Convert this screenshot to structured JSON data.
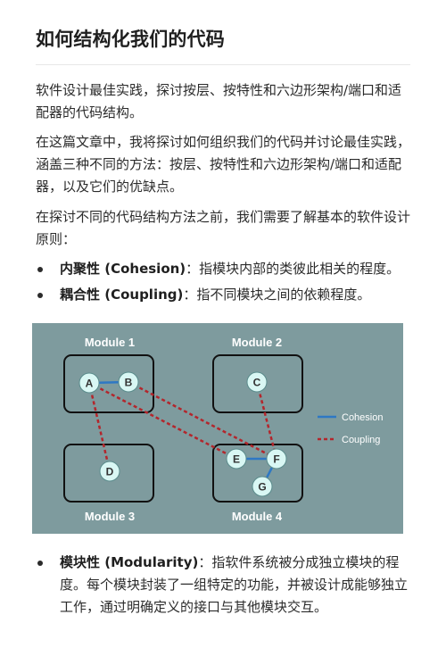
{
  "article": {
    "title": "如何结构化我们的代码",
    "paragraphs": [
      "软件设计最佳实践，探讨按层、按特性和六边形架构/端口和适配器的代码结构。",
      "在这篇文章中，我将探讨如何组织我们的代码并讨论最佳实践，涵盖三种不同的方法：按层、按特性和六边形架构/端口和适配器，以及它们的优缺点。",
      "在探讨不同的代码结构方法之前，我们需要了解基本的软件设计原则："
    ],
    "bullets": [
      {
        "term": "内聚性 (Cohesion)",
        "desc": "：指模块内部的类彼此相关的程度。"
      },
      {
        "term": "耦合性 (Coupling)",
        "desc": "：指不同模块之间的依赖程度。"
      },
      {
        "term": "模块性 (Modularity)",
        "desc": "：指软件系统被分成独立模块的程度。每个模块封装了一组特定的功能，并被设计成能够独立工作，通过明确定义的接口与其他模块交互。"
      }
    ]
  },
  "diagram": {
    "modules": [
      "Module 1",
      "Module 2",
      "Module 3",
      "Module 4"
    ],
    "nodes": [
      "A",
      "B",
      "C",
      "D",
      "E",
      "F",
      "G"
    ],
    "legend": {
      "cohesion": "Cohesion",
      "coupling": "Coupling"
    },
    "colors": {
      "background": "#7e9b9e",
      "cohesion": "#2e78c4",
      "coupling": "#b3262c",
      "node_fill": "#d9f7f4"
    }
  }
}
